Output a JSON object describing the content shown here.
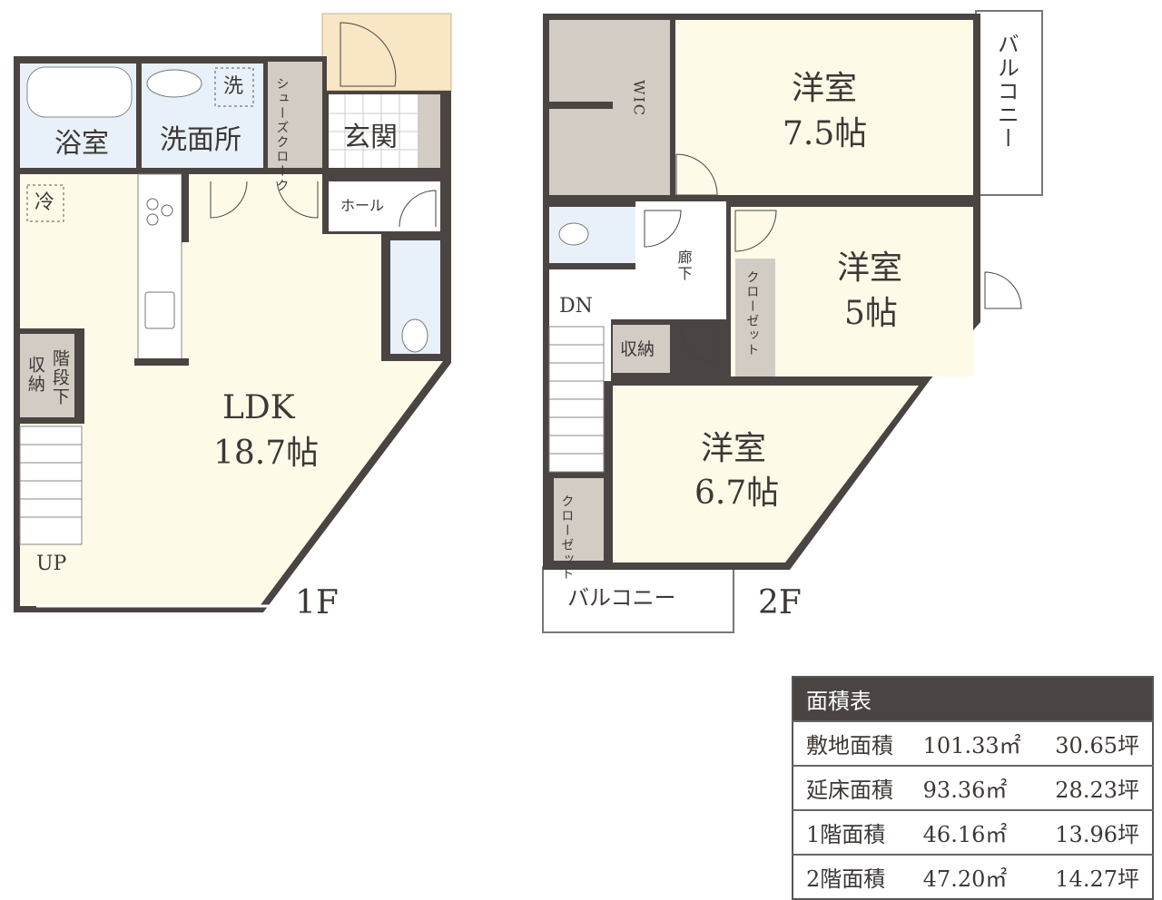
{
  "floor1": {
    "label": "1F",
    "rooms": {
      "bath": "浴室",
      "washroom": "洗面所",
      "wash_mark": "洗",
      "shoe_closet": "シューズクローク",
      "entrance": "玄関",
      "hall": "ホール",
      "fridge_mark": "冷",
      "ldk_name": "LDK",
      "ldk_size": "18.7帖",
      "under_stairs_storage_a": "収納",
      "under_stairs_storage_b": "階段下",
      "up": "UP"
    }
  },
  "floor2": {
    "label": "2F",
    "rooms": {
      "wic": "WIC",
      "room1_name": "洋室",
      "room1_size": "7.5帖",
      "balcony_right": "バルコニー",
      "corridor": "廊下",
      "room2_name": "洋室",
      "room2_size": "5帖",
      "closet_room2": "クローゼット",
      "dn": "DN",
      "storage": "収納",
      "room3_name": "洋室",
      "room3_size": "6.7帖",
      "closet_room3": "クローゼット",
      "balcony_bottom": "バルコニー"
    }
  },
  "area_table": {
    "title": "面積表",
    "rows": [
      {
        "label": "敷地面積",
        "sqm": "101.33㎡",
        "tsubo": "30.65坪"
      },
      {
        "label": "延床面積",
        "sqm": "93.36㎡",
        "tsubo": "28.23坪"
      },
      {
        "label": "1階面積",
        "sqm": "46.16㎡",
        "tsubo": "13.96坪"
      },
      {
        "label": "2階面積",
        "sqm": "47.20㎡",
        "tsubo": "14.27坪"
      }
    ]
  },
  "colors": {
    "wall": "#4a4442",
    "living": "#fdfbe8",
    "wet": "#e8f1f9",
    "storage": "#d2ccc5",
    "tile": "#f8e6c4"
  }
}
